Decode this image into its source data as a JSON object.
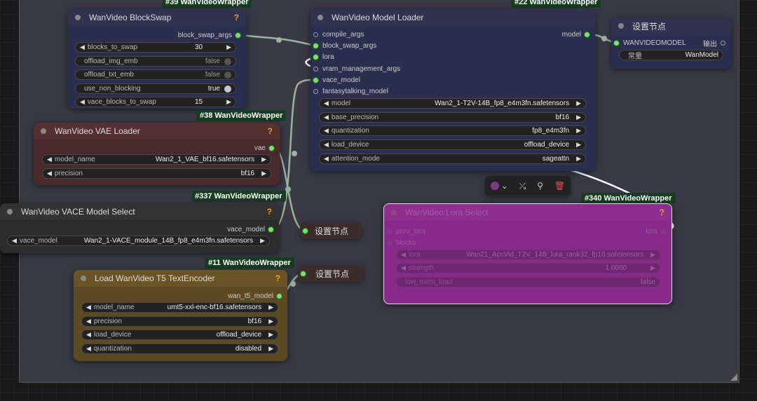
{
  "colors": {
    "canvas_bg": "#191919",
    "group_bg": "#3a3a47",
    "node_default": "#2b2f4f",
    "node_vae": "#4a2a2a",
    "node_t5": "#5e4a22",
    "node_gray": "#2c2c2c",
    "node_lora_select": "#882a8a",
    "link_color": "#9bb39b",
    "connected_slot": "#7be06d",
    "tag_bg": "#173d22",
    "help_icon": "#f0a020"
  },
  "nodes": {
    "blockswap": {
      "tag": "#39 WanVideoWrapper",
      "title": "WanVideo BlockSwap",
      "output": "block_swap_args",
      "widgets": [
        {
          "label": "blocks_to_swap",
          "value": "30"
        },
        {
          "label": "offload_img_emb",
          "value": "false"
        },
        {
          "label": "offload_txt_emb",
          "value": "false"
        },
        {
          "label": "use_non_blocking",
          "value": "true"
        },
        {
          "label": "vace_blocks_to_swap",
          "value": "15"
        }
      ]
    },
    "model_loader": {
      "tag": "#22 WanVideoWrapper",
      "title": "WanVideo Model Loader",
      "output": "model",
      "inputs": [
        "compile_args",
        "block_swap_args",
        "lora",
        "vram_management_args",
        "vace_model",
        "fantasytalking_model"
      ],
      "widgets": [
        {
          "label": "model",
          "value": "Wan2_1-T2V-14B_fp8_e4m3fn.safetensors"
        },
        {
          "label": "base_precision",
          "value": "bf16"
        },
        {
          "label": "quantization",
          "value": "fp8_e4m3fn"
        },
        {
          "label": "load_device",
          "value": "offload_device"
        },
        {
          "label": "attention_mode",
          "value": "sageattn"
        }
      ]
    },
    "set_node_model": {
      "title": "设置节点",
      "input": "WANVIDEOMODEL",
      "output": "输出",
      "widget": {
        "label": "常量",
        "value": "WanModel"
      }
    },
    "vae_loader": {
      "tag": "#38 WanVideoWrapper",
      "title": "WanVideo VAE Loader",
      "output": "vae",
      "widgets": [
        {
          "label": "model_name",
          "value": "Wan2_1_VAE_bf16.safetensors"
        },
        {
          "label": "precision",
          "value": "bf16"
        }
      ]
    },
    "vace_select": {
      "tag": "#337 WanVideoWrapper",
      "title": "WanVideo VACE Model Select",
      "output": "vace_model",
      "widgets": [
        {
          "label": "vace_model",
          "value": "Wan2_1-VACE_module_14B_fp8_e4m3fn.safetensors"
        }
      ]
    },
    "set_node_1": {
      "title": "设置节点"
    },
    "set_node_2": {
      "title": "设置节点"
    },
    "t5_encoder": {
      "tag": "#11 WanVideoWrapper",
      "title": "Load WanVideo T5 TextEncoder",
      "output": "wan_t5_model",
      "widgets": [
        {
          "label": "model_name",
          "value": "umt5-xxl-enc-bf16.safetensors"
        },
        {
          "label": "precision",
          "value": "bf16"
        },
        {
          "label": "load_device",
          "value": "offload_device"
        },
        {
          "label": "quantization",
          "value": "disabled"
        }
      ]
    },
    "lora_select": {
      "tag": "#340 WanVideoWrapper",
      "title": "WanVideo Lora Select",
      "inputs": [
        "prev_lora",
        "blocks"
      ],
      "output": "lora",
      "widgets": [
        {
          "label": "lora",
          "value": "Wan21_AccVid_T2V_14B_lora_rank32_fp16.safetensors"
        },
        {
          "label": "strength",
          "value": "1.0000"
        },
        {
          "label": "low_mem_load",
          "value": "false"
        }
      ]
    }
  },
  "toolbar": {
    "items": [
      {
        "icon": "color-picker-icon",
        "glyph": "⌄"
      },
      {
        "icon": "bypass-icon",
        "glyph": "⤯"
      },
      {
        "icon": "pin-icon",
        "glyph": "⚲"
      },
      {
        "icon": "trash-icon",
        "glyph": "🗑"
      }
    ]
  },
  "help_glyph": "?"
}
